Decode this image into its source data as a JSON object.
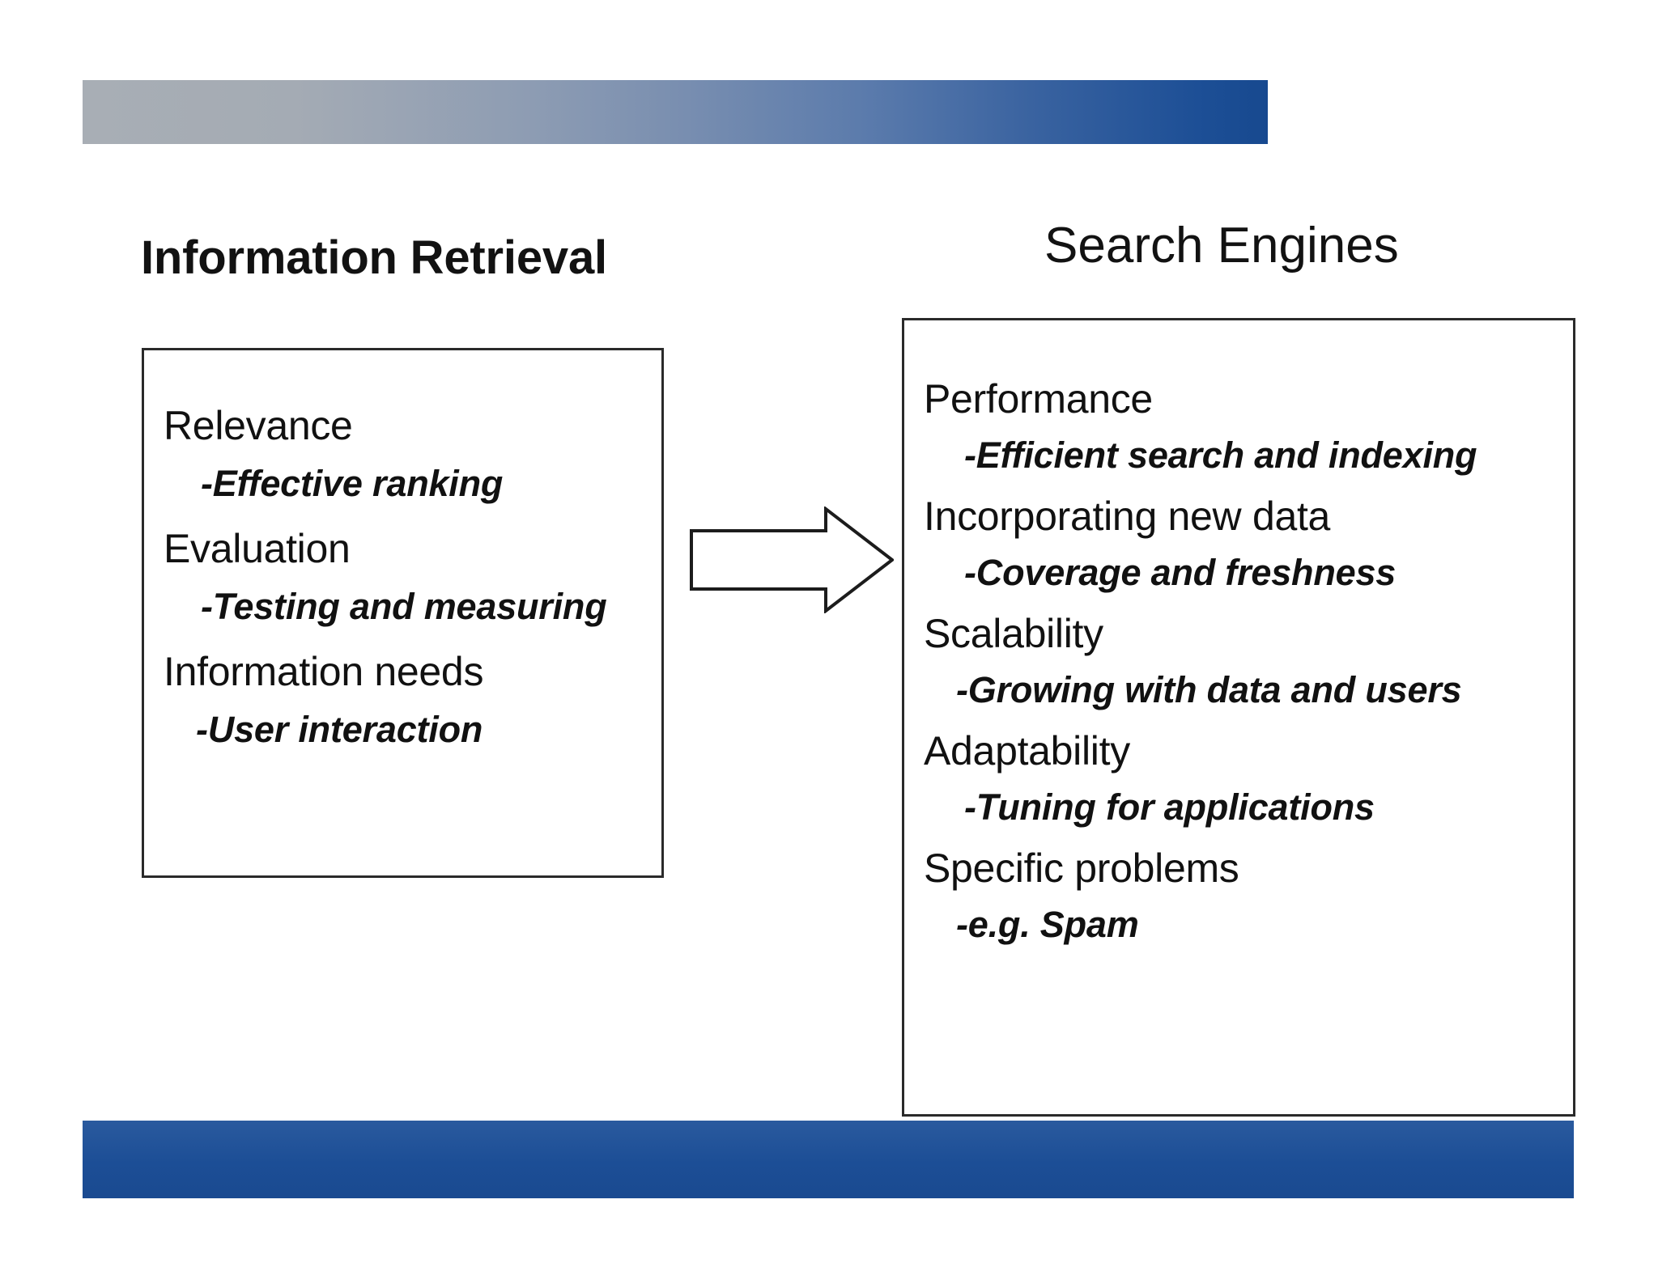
{
  "slide": {
    "background_color": "#ffffff",
    "top_banner": {
      "gradient_from": "#a8aeb5",
      "gradient_to": "#17498f"
    },
    "bottom_banner": {
      "color": "#1c4e96"
    }
  },
  "left_column": {
    "heading": "Information Retrieval",
    "items": [
      {
        "main": "Relevance",
        "sub": "-Effective ranking"
      },
      {
        "main": "Evaluation",
        "sub": "-Testing and measuring"
      },
      {
        "main": "Information needs",
        "sub": "-User interaction"
      }
    ]
  },
  "right_column": {
    "heading": "Search Engines",
    "items": [
      {
        "main": "Performance",
        "sub": "-Efficient search and indexing"
      },
      {
        "main": "Incorporating new data",
        "sub": "-Coverage and freshness"
      },
      {
        "main": "Scalability",
        "sub": "-Growing with data and users"
      },
      {
        "main": "Adaptability",
        "sub": "-Tuning for applications"
      },
      {
        "main": "Specific problems",
        "sub": "-e.g. Spam"
      }
    ]
  },
  "arrow": {
    "direction": "right",
    "stroke_color": "#1c1c1c",
    "fill_color": "#ffffff"
  }
}
